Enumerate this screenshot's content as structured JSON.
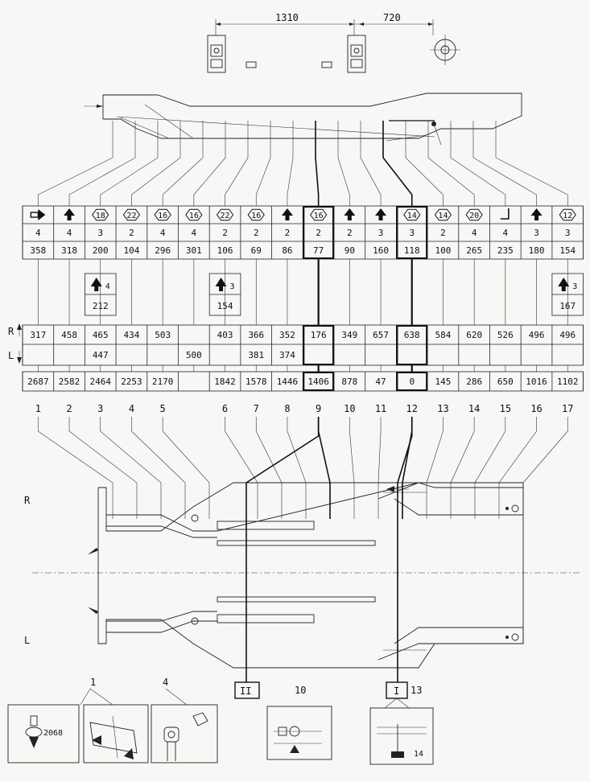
{
  "top_dims": {
    "left": "1310",
    "right": "720"
  },
  "side_labels": {
    "r_upper": "R",
    "l_lower": "L",
    "plan_r": "R",
    "plan_l": "L"
  },
  "columns": [
    {
      "num": "1",
      "sym": "arrow-right",
      "qty": "4",
      "size": "358",
      "extra": "",
      "extra_qty": "",
      "r": "317",
      "l": "",
      "dist": "2687"
    },
    {
      "num": "2",
      "sym": "arrow-up",
      "qty": "4",
      "size": "318",
      "extra": "",
      "extra_qty": "",
      "r": "458",
      "l": "",
      "dist": "2582"
    },
    {
      "num": "3",
      "sym": "18",
      "qty": "3",
      "size": "200",
      "extra": "212",
      "extra_qty": "4",
      "r": "465",
      "l": "447",
      "dist": "2464"
    },
    {
      "num": "4",
      "sym": "22",
      "qty": "2",
      "size": "104",
      "extra": "",
      "extra_qty": "",
      "r": "434",
      "l": "",
      "dist": "2253"
    },
    {
      "num": "5",
      "sym": "16",
      "qty": "4",
      "size": "296",
      "extra": "",
      "extra_qty": "",
      "r": "503",
      "l": "",
      "dist": "2170"
    },
    {
      "num": "",
      "sym": "16",
      "qty": "4",
      "size": "301",
      "extra": "",
      "extra_qty": "",
      "r": "",
      "l": "500",
      "dist": ""
    },
    {
      "num": "6",
      "sym": "22",
      "qty": "2",
      "size": "106",
      "extra": "154",
      "extra_qty": "3",
      "r": "403",
      "l": "",
      "dist": "1842"
    },
    {
      "num": "7",
      "sym": "16",
      "qty": "2",
      "size": "69",
      "extra": "",
      "extra_qty": "",
      "r": "366",
      "l": "381",
      "dist": "1578"
    },
    {
      "num": "8",
      "sym": "arrow-up",
      "qty": "2",
      "size": "86",
      "extra": "",
      "extra_qty": "",
      "r": "352",
      "l": "374",
      "dist": "1446"
    },
    {
      "num": "9",
      "sym": "16",
      "qty": "2",
      "size": "77",
      "extra": "",
      "extra_qty": "",
      "r": "176",
      "l": "",
      "dist": "1406"
    },
    {
      "num": "10",
      "sym": "arrow-up",
      "qty": "2",
      "size": "90",
      "extra": "",
      "extra_qty": "",
      "r": "349",
      "l": "",
      "dist": "878"
    },
    {
      "num": "11",
      "sym": "arrow-up",
      "qty": "3",
      "size": "160",
      "extra": "",
      "extra_qty": "",
      "r": "657",
      "l": "",
      "dist": "47"
    },
    {
      "num": "12",
      "sym": "14",
      "qty": "3",
      "size": "118",
      "extra": "",
      "extra_qty": "",
      "r": "638",
      "l": "",
      "dist": "0"
    },
    {
      "num": "13",
      "sym": "14",
      "qty": "2",
      "size": "100",
      "extra": "",
      "extra_qty": "",
      "r": "584",
      "l": "",
      "dist": "145"
    },
    {
      "num": "14",
      "sym": "20",
      "qty": "4",
      "size": "265",
      "extra": "",
      "extra_qty": "",
      "r": "620",
      "l": "",
      "dist": "286"
    },
    {
      "num": "15",
      "sym": "angle",
      "qty": "4",
      "size": "235",
      "extra": "",
      "extra_qty": "",
      "r": "526",
      "l": "",
      "dist": "650"
    },
    {
      "num": "16",
      "sym": "arrow-up",
      "qty": "3",
      "size": "180",
      "extra": "",
      "extra_qty": "",
      "r": "496",
      "l": "",
      "dist": "1016"
    },
    {
      "num": "17",
      "sym": "12",
      "qty": "3",
      "size": "154",
      "extra": "167",
      "extra_qty": "3",
      "r": "496",
      "l": "",
      "dist": "1102"
    }
  ],
  "bottom_labels": {
    "left_1": "1",
    "left_4": "4",
    "center_10": "10",
    "right_13": "13",
    "box_ii": "II",
    "box_i": "I"
  },
  "detail_boxes": {
    "box1_value": "2068",
    "box5_label": "14"
  }
}
